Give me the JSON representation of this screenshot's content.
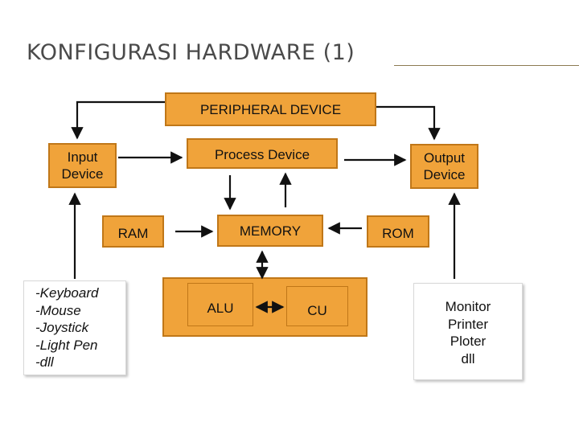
{
  "title": "KONFIGURASI HARDWARE (1)",
  "nodes": {
    "peripheral": "PERIPHERAL DEVICE",
    "process": "Process Device",
    "input": [
      "Input",
      "Device"
    ],
    "output": [
      "Output",
      "Device"
    ],
    "ram": "RAM",
    "memory": "MEMORY",
    "rom": "ROM",
    "alu": "ALU",
    "cu": "CU"
  },
  "input_devices": [
    "-Keyboard",
    "-Mouse",
    "-Joystick",
    "-Light Pen",
    "-dll"
  ],
  "output_devices": [
    "Monitor",
    "Printer",
    "Ploter",
    "dll"
  ],
  "colors": {
    "box_fill": "#f0a33a",
    "box_border": "#c07718",
    "arrow": "#111111"
  }
}
